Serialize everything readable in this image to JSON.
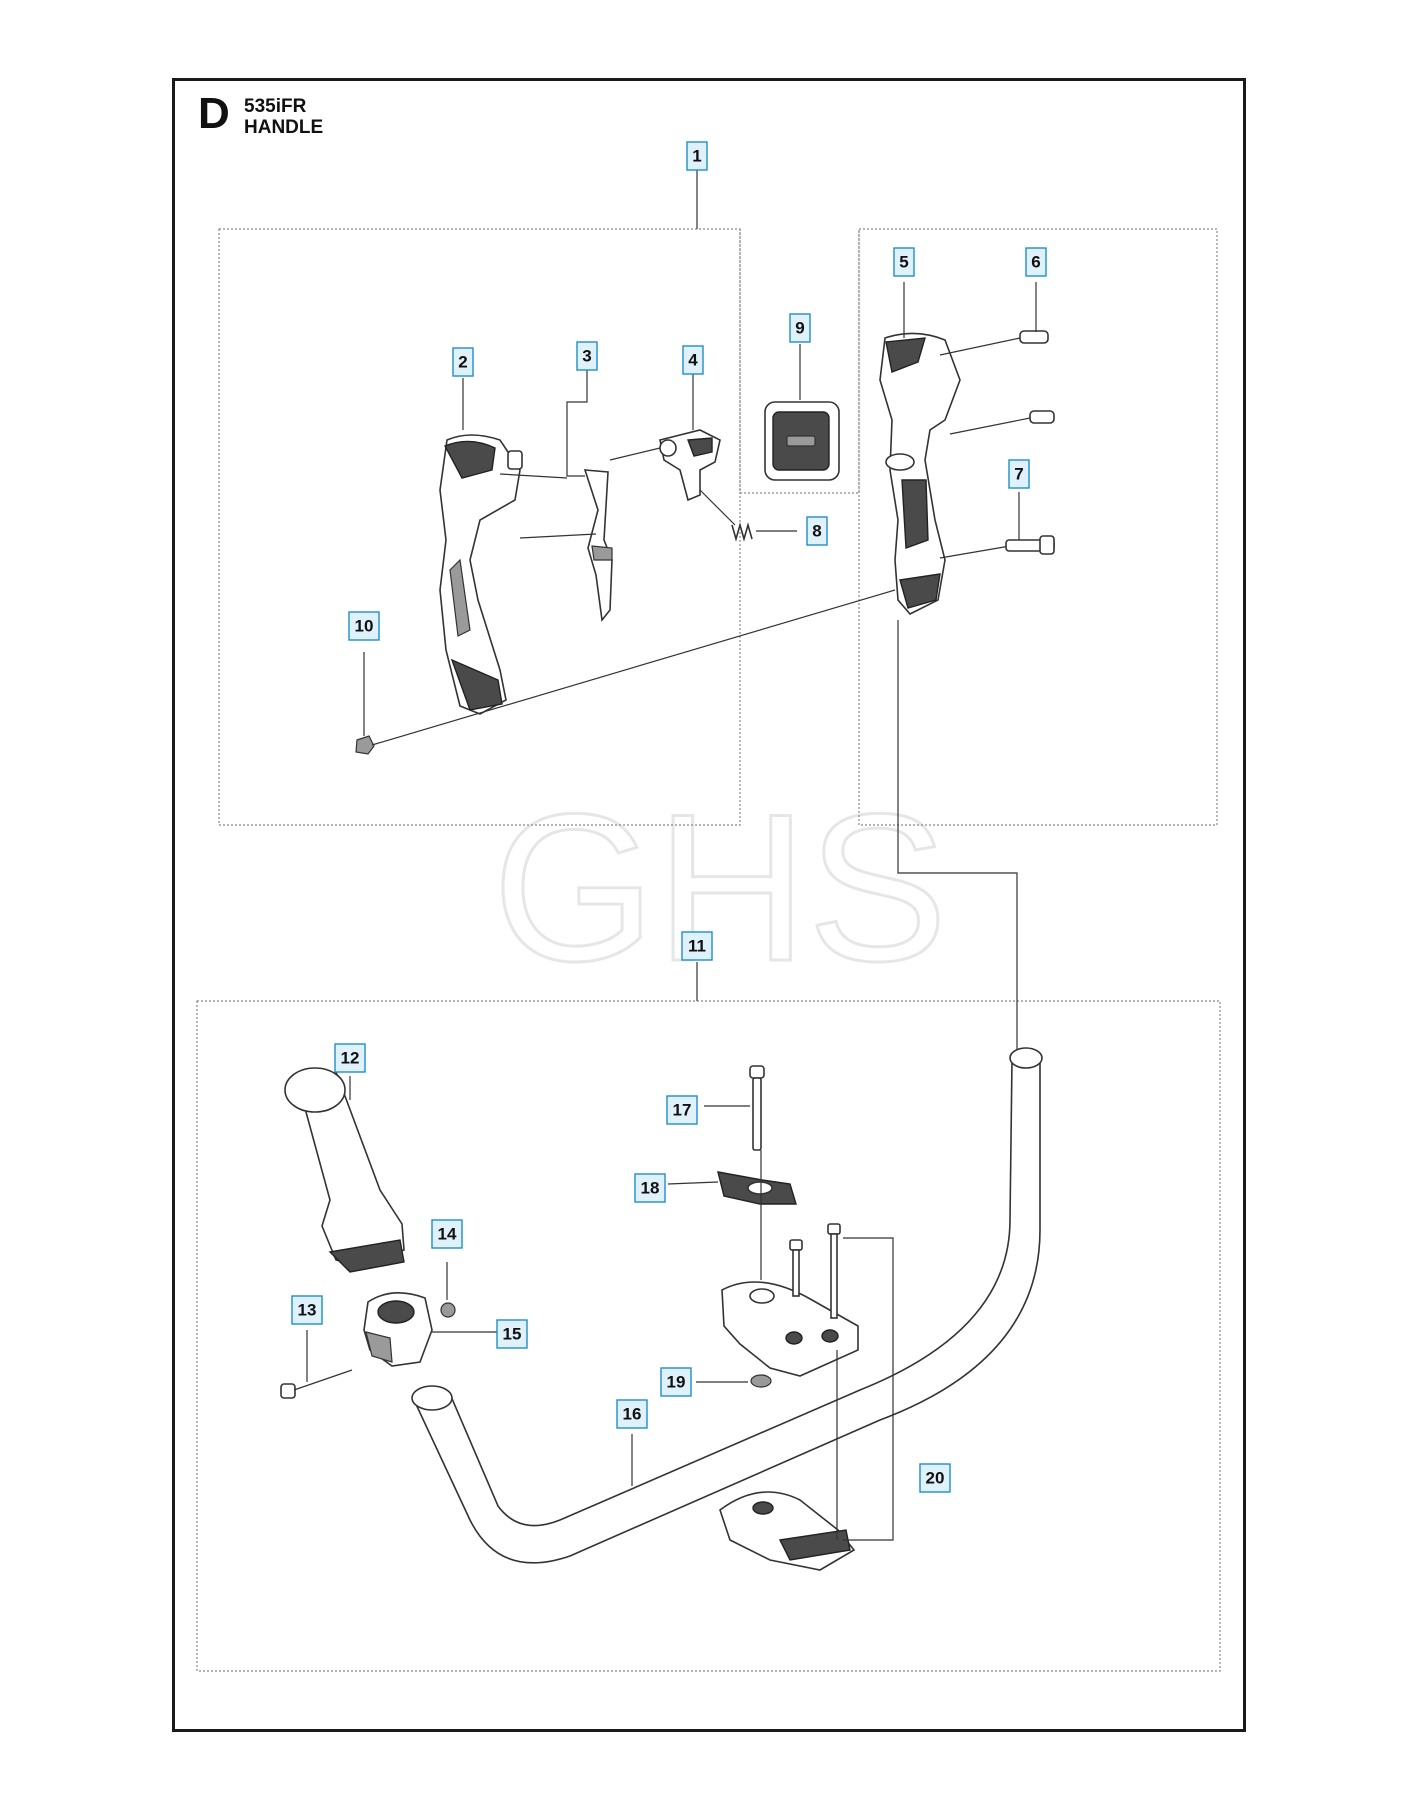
{
  "header": {
    "section_letter": "D",
    "model": "535iFR",
    "title": "HANDLE"
  },
  "watermark": {
    "text": "GHS"
  },
  "callouts": [
    {
      "id": "1",
      "label": "1"
    },
    {
      "id": "2",
      "label": "2"
    },
    {
      "id": "3",
      "label": "3"
    },
    {
      "id": "4",
      "label": "4"
    },
    {
      "id": "5",
      "label": "5"
    },
    {
      "id": "6",
      "label": "6"
    },
    {
      "id": "7",
      "label": "7"
    },
    {
      "id": "8",
      "label": "8"
    },
    {
      "id": "9",
      "label": "9"
    },
    {
      "id": "10",
      "label": "10"
    },
    {
      "id": "11",
      "label": "11"
    },
    {
      "id": "12",
      "label": "12"
    },
    {
      "id": "13",
      "label": "13"
    },
    {
      "id": "14",
      "label": "14"
    },
    {
      "id": "15",
      "label": "15"
    },
    {
      "id": "16",
      "label": "16"
    },
    {
      "id": "17",
      "label": "17"
    },
    {
      "id": "18",
      "label": "18"
    },
    {
      "id": "19",
      "label": "19"
    },
    {
      "id": "20",
      "label": "20"
    }
  ],
  "colors": {
    "callout_fill": "#dff1fb",
    "callout_border": "#1f8fc8",
    "frame": "#1a1a1a",
    "dashed_box": "#888888"
  }
}
